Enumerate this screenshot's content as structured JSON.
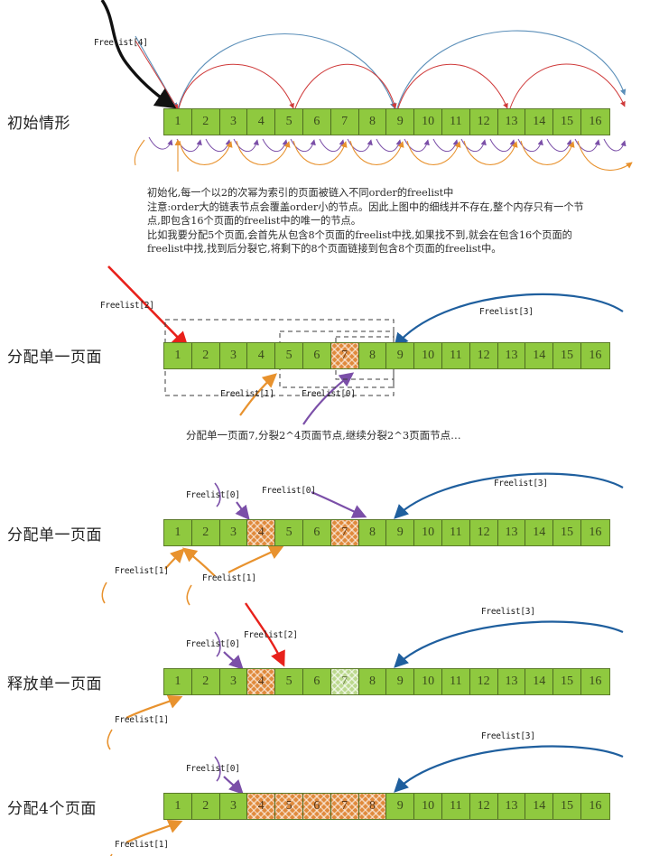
{
  "document": {
    "title": "Buddy allocator freelist diagram",
    "colors": {
      "page_free": "#8fc93f",
      "page_allocated": "#e08a3c",
      "page_freed": "#bcd98e",
      "arrow_order4": "#5b8fb9",
      "arrow_order3": "#cf3a3a",
      "arrow_order1": "#e8922e",
      "arrow_order0": "#7b4fa8",
      "arrow_pointer_black": "#111111",
      "arrow_blue_bold": "#1f5f9e",
      "arrow_red_bold": "#e8211b",
      "dashed_box": "#3b3b3b"
    }
  },
  "pages": [
    "1",
    "2",
    "3",
    "4",
    "5",
    "6",
    "7",
    "8",
    "9",
    "10",
    "11",
    "12",
    "13",
    "14",
    "15",
    "16"
  ],
  "panels": [
    {
      "id": "initial",
      "title": "初始情形",
      "labels": [
        {
          "text": "Freelist[4]"
        }
      ],
      "states": [
        "free",
        "free",
        "free",
        "free",
        "free",
        "free",
        "free",
        "free",
        "free",
        "free",
        "free",
        "free",
        "free",
        "free",
        "free",
        "free"
      ]
    },
    {
      "id": "alloc-single-page-a",
      "title": "分配单一页面",
      "labels": [
        {
          "text": "Freelist[2]"
        },
        {
          "text": "Freelist[3]"
        },
        {
          "text": "Freelist[1]"
        },
        {
          "text": "Freelist[0]"
        }
      ],
      "states": [
        "free",
        "free",
        "free",
        "free",
        "free",
        "free",
        "alloc",
        "free",
        "free",
        "free",
        "free",
        "free",
        "free",
        "free",
        "free",
        "free"
      ],
      "caption": "分配单一页面7,分裂2^4页面节点,继续分裂2^3页面节点…"
    },
    {
      "id": "alloc-single-page-b",
      "title": "分配单一页面",
      "labels": [
        {
          "text": "Freelist[0]"
        },
        {
          "text": "Freelist[0]"
        },
        {
          "text": "Freelist[3]"
        },
        {
          "text": "Freelist[1]"
        },
        {
          "text": "Freelist[1]"
        }
      ],
      "states": [
        "free",
        "free",
        "free",
        "alloc",
        "free",
        "free",
        "alloc",
        "free",
        "free",
        "free",
        "free",
        "free",
        "free",
        "free",
        "free",
        "free"
      ]
    },
    {
      "id": "free-single-page",
      "title": "释放单一页面",
      "labels": [
        {
          "text": "Freelist[0]"
        },
        {
          "text": "Freelist[2]"
        },
        {
          "text": "Freelist[3]"
        },
        {
          "text": "Freelist[1]"
        }
      ],
      "states": [
        "free",
        "free",
        "free",
        "alloc",
        "free",
        "free",
        "freed",
        "free",
        "free",
        "free",
        "free",
        "free",
        "free",
        "free",
        "free",
        "free"
      ]
    },
    {
      "id": "alloc-4-pages",
      "title": "分配4个页面",
      "labels": [
        {
          "text": "Freelist[0]"
        },
        {
          "text": "Freelist[3]"
        },
        {
          "text": "Freelist[1]"
        }
      ],
      "states": [
        "free",
        "free",
        "free",
        "alloc",
        "alloc",
        "alloc",
        "alloc",
        "alloc",
        "free",
        "free",
        "free",
        "free",
        "free",
        "free",
        "free",
        "free"
      ]
    }
  ],
  "notes": {
    "initial_paragraph": [
      "初始化,每一个以2的次幂为索引的页面被链入不同order的freelist中",
      "注意:order大的链表节点会覆盖order小的节点。因此上图中的细线并不存在,整个内存只有一个节",
      "点,即包含16个页面的freelist中的唯一的节点。",
      "比如我要分配5个页面,会首先从包含8个页面的freelist中找,如果找不到,就会在包含16个页面的",
      "freelist中找,找到后分裂它,将剩下的8个页面链接到包含8个页面的freelist中。"
    ]
  }
}
